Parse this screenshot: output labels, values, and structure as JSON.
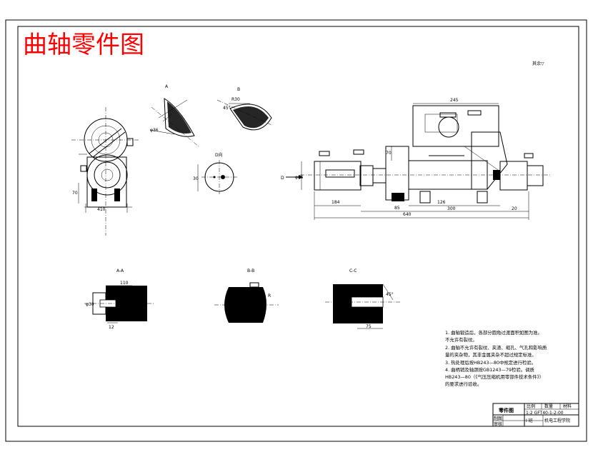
{
  "title": "曲轴零件图",
  "corner_symbol": "其余▽",
  "views": {
    "view_a": "A",
    "view_b": "B",
    "view_d": "D向",
    "section_aa": "A-A",
    "section_bb": "B-B",
    "section_cc": "C-C",
    "d_arrow": "D"
  },
  "dimensions": {
    "overall_length": "640",
    "crank_width": "245",
    "len_184": "184",
    "len_85": "85",
    "len_20": "20",
    "len_126": "126",
    "len_300": "300",
    "len_75": "75",
    "len_110": "110",
    "side_width": "410"
  },
  "notes": [
    "1. 曲轴锻造后，各部分圆角过渡面积如图为准。",
    "   不允许有裂纹。",
    "2. 曲轴不允许有裂纹、夹渣、缩孔、气孔和影响质",
    "   量的夹杂物，其非金属夹杂不超过规定标准。",
    "3. 热处理后按HB243—80中规定进行检验。",
    "4. 曲柄销及轴颈按GB1243—79检验。调质",
    "   HB243—80（《气压压缩机用零部件技术条件》）",
    "   的要求进行验收。"
  ],
  "title_block": {
    "part_label": "零件图",
    "scale_header": "比例",
    "count_header": "数量",
    "material_header": "材料",
    "drawing_number": "1:2 GFT40-1-2-00",
    "row2_label": "制图",
    "row3_label": "审核",
    "school": "机电工程学院",
    "class": "Ⅰ 班"
  }
}
